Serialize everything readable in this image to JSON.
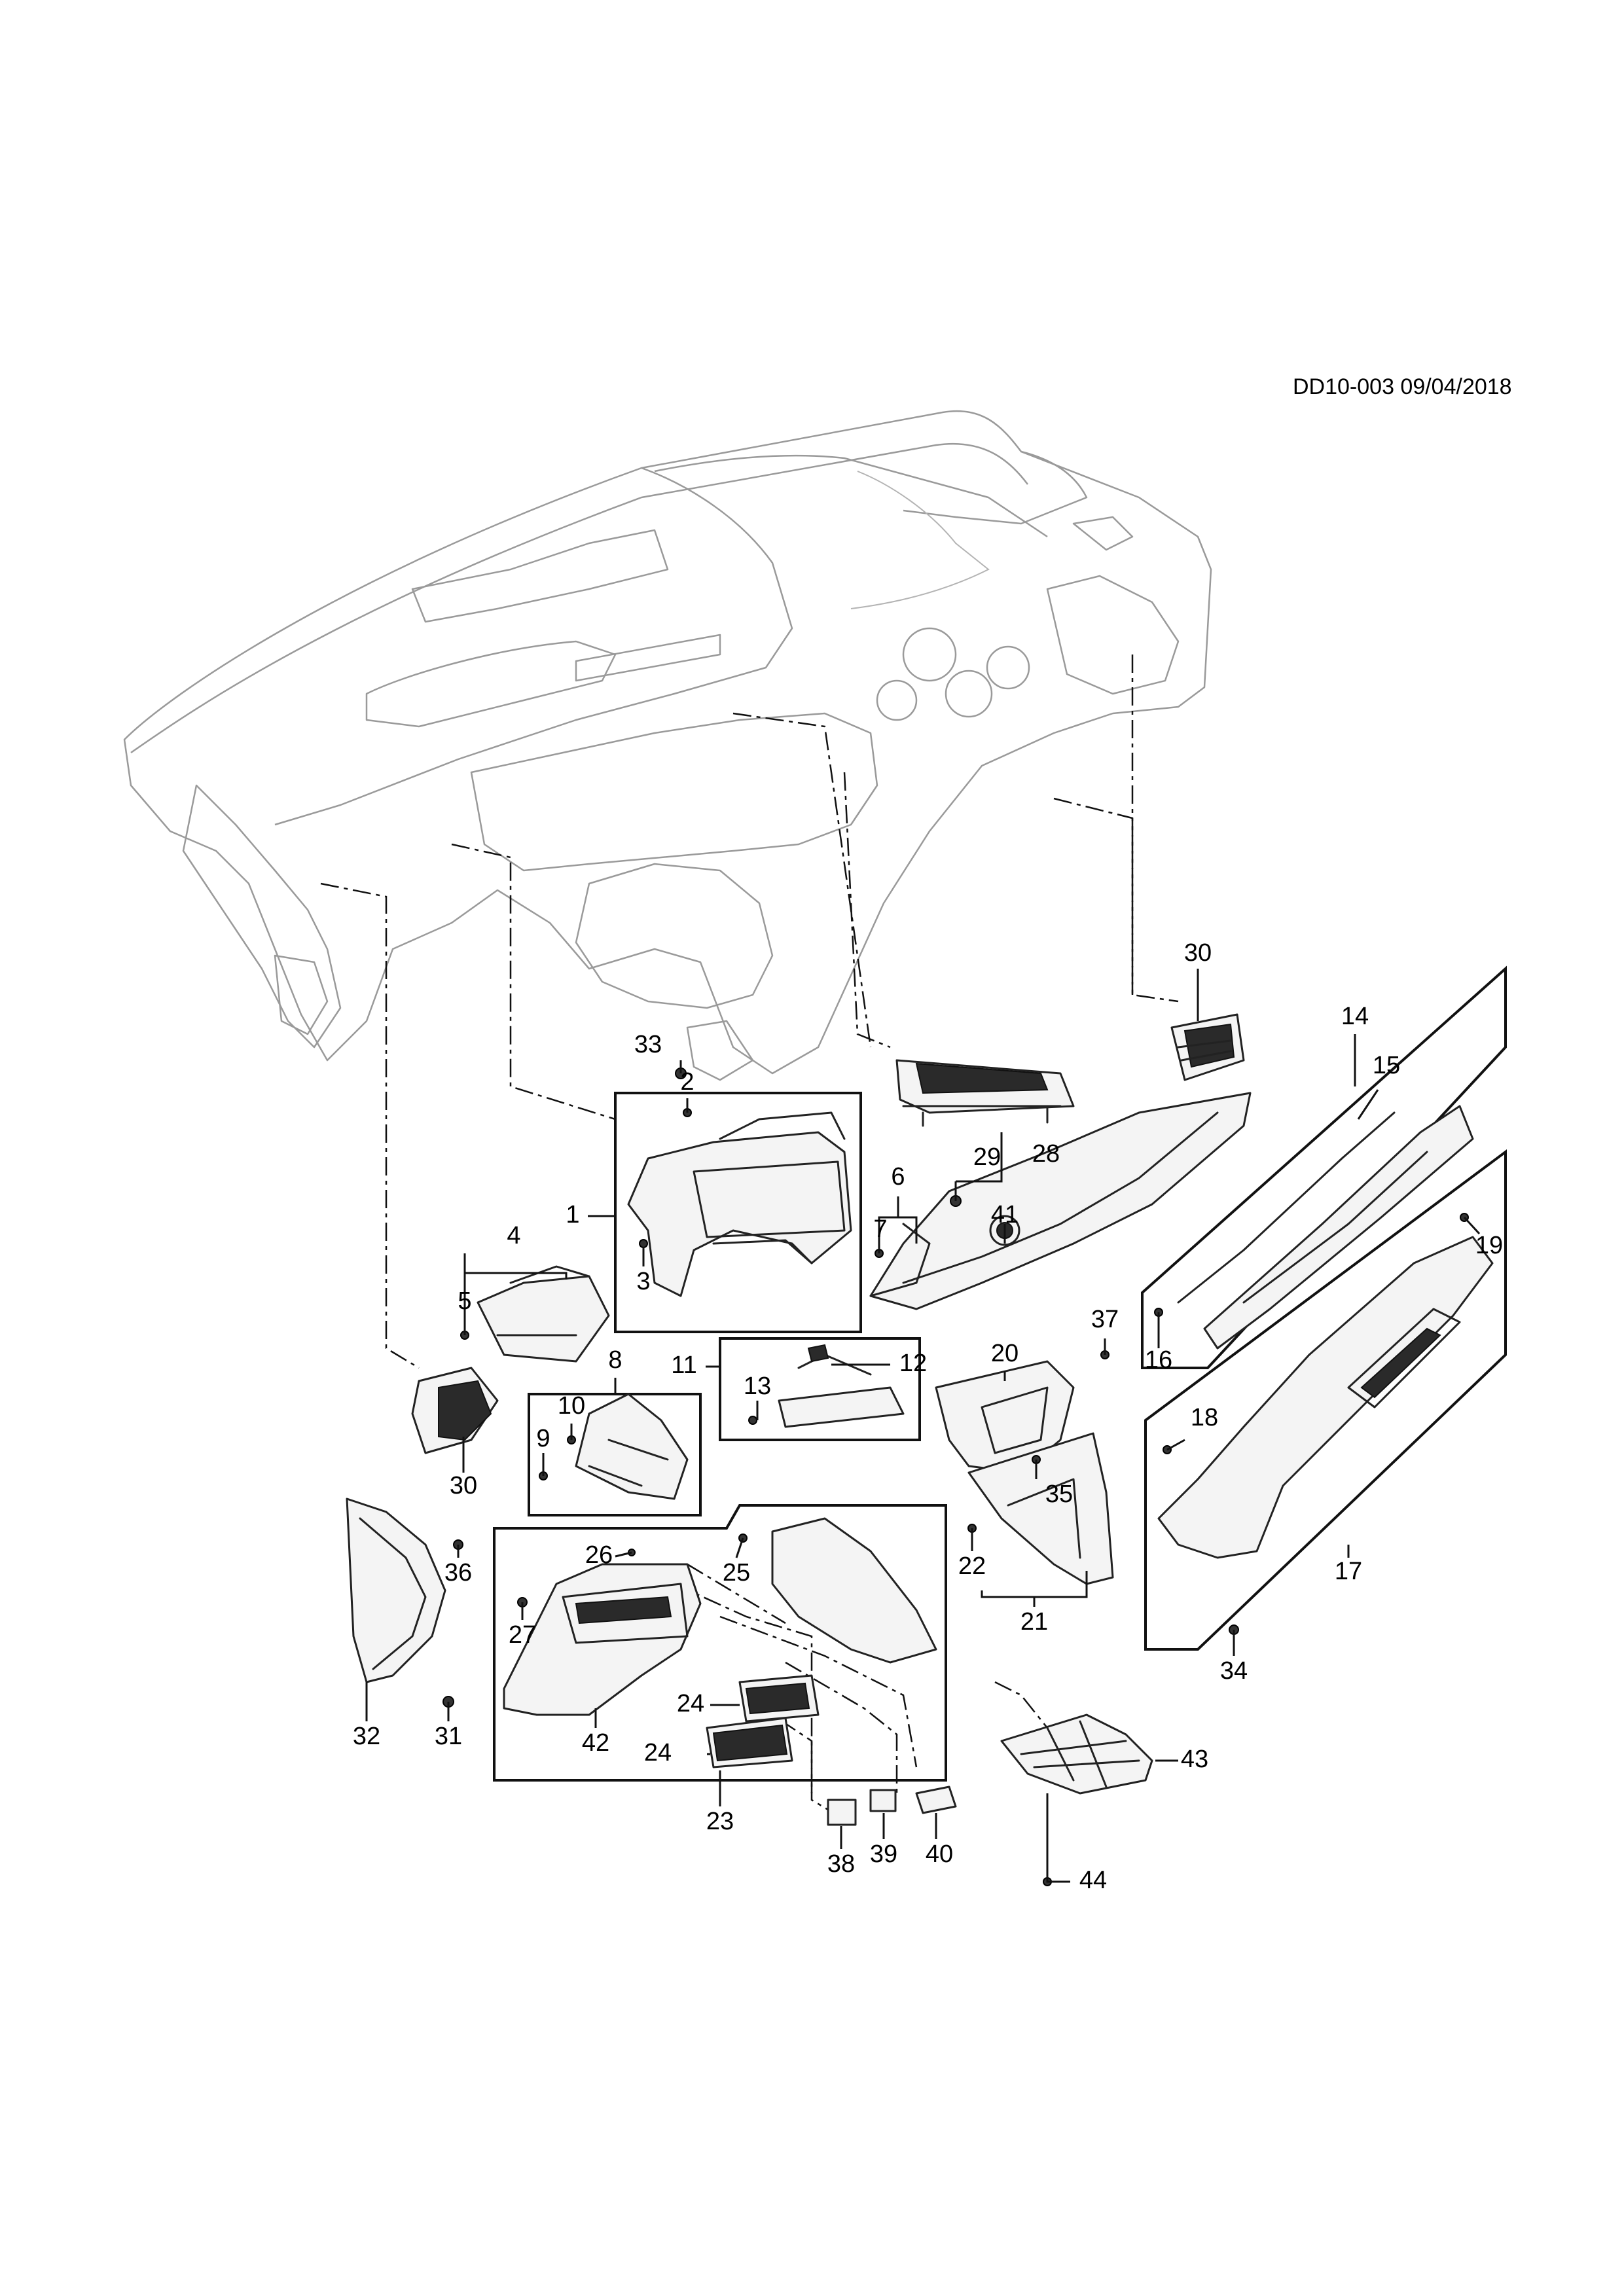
{
  "document": {
    "id_text": "DD10-003 09/04/2018"
  },
  "callouts": {
    "c1": "1",
    "c2": "2",
    "c3": "3",
    "c4": "4",
    "c5": "5",
    "c6": "6",
    "c7": "7",
    "c8": "8",
    "c9": "9",
    "c10": "10",
    "c11": "11",
    "c12": "12",
    "c13": "13",
    "c14": "14",
    "c15": "15",
    "c16": "16",
    "c17": "17",
    "c18": "18",
    "c19": "19",
    "c20": "20",
    "c21": "21",
    "c22": "22",
    "c23": "23",
    "c24a": "24",
    "c24b": "24",
    "c25": "25",
    "c26": "26",
    "c27": "27",
    "c28": "28",
    "c29": "29",
    "c30a": "30",
    "c30b": "30",
    "c31": "31",
    "c32": "32",
    "c33": "33",
    "c34": "34",
    "c35": "35",
    "c36": "36",
    "c37": "37",
    "c38": "38",
    "c39": "39",
    "c40": "40",
    "c41": "41",
    "c42": "42",
    "c43": "43",
    "c44": "44"
  }
}
